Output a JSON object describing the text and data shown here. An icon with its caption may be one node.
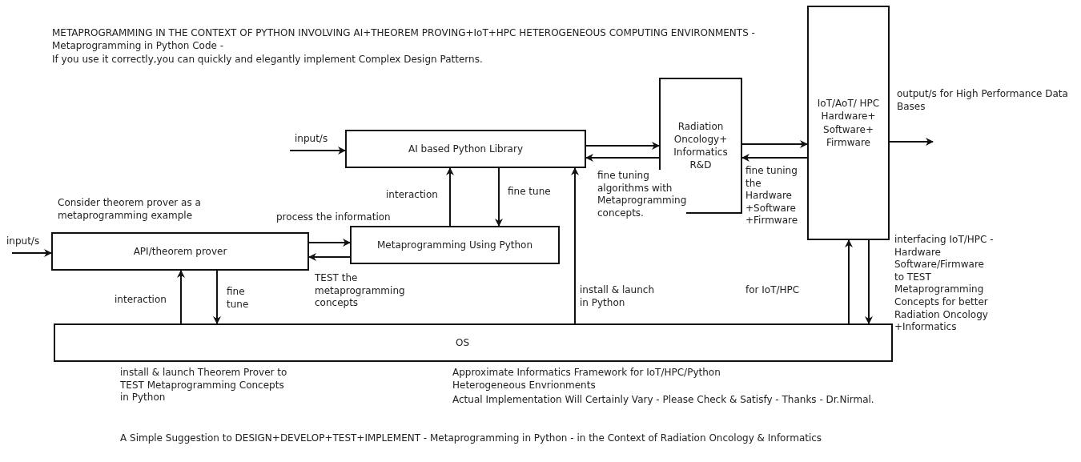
{
  "diagram": {
    "title": "METAPROGRAMMING IN THE CONTEXT OF PYTHON INVOLVING AI+THEOREM PROVING+IoT+HPC HETEROGENEOUS COMPUTING ENVIRONMENTS - Metaprogramming in Python Code -",
    "caption": "A Simple Suggestion to DESIGN+DEVELOP+TEST+IMPLEMENT - Metaprogramming in Python - in the Context of Radiation Oncology & Informatics",
    "nodes": [
      {
        "text": [
          "API/theorem prover"
        ],
        "beside": [
          "Consider theorem prover as a metaprogramming example"
        ]
      },
      {
        "text": [
          "Metaprogramming Using Python"
        ]
      },
      {
        "text": [
          "AI based Python Library"
        ]
      },
      {
        "text": [
          "Radiation Oncology+ Informatics R&D"
        ]
      },
      {
        "text": [
          "IoT/AoT/ HPC Hardware+ Software+ Firmware"
        ]
      },
      {
        "text": [
          "OS"
        ]
      }
    ],
    "edges": [
      {
        "from": null,
        "to": 0,
        "arrow": "to",
        "label": "input/s"
      },
      {
        "from": null,
        "to": 2,
        "arrow": "to",
        "label": "input/s"
      },
      {
        "from": 0,
        "to": 1,
        "arrow": "to",
        "label": "process the information"
      },
      {
        "from": 1,
        "to": 0,
        "arrow": "to",
        "label": "TEST the metaprogramming concepts"
      },
      {
        "from": 1,
        "to": 2,
        "arrow": "to",
        "label": "interaction"
      },
      {
        "from": 2,
        "to": 1,
        "arrow": "to",
        "label": "fine tune"
      },
      {
        "from": 5,
        "to": 0,
        "arrow": "to",
        "label": "interaction"
      },
      {
        "from": 0,
        "to": 5,
        "arrow": "to",
        "label": "fine tune"
      },
      {
        "from": 5,
        "to": 2,
        "arrow": "to",
        "label": "install & launch in Python"
      },
      {
        "from": 2,
        "to": 3,
        "arrow": "to"
      },
      {
        "from": 3,
        "to": 2,
        "arrow": "to",
        "label": "fine tuning algorithms with Metaprogramming concepts."
      },
      {
        "from": 3,
        "to": 4,
        "arrow": "to"
      },
      {
        "from": 4,
        "to": 3,
        "arrow": "to",
        "label": "fine tuning the Hardware +Software +Firmware"
      },
      {
        "from": 4,
        "to": null,
        "arrow": "to",
        "label": "output/s for High Performance Data Bases"
      },
      {
        "from": 5,
        "to": 4,
        "arrow": "to"
      },
      {
        "from": 4,
        "to": 5,
        "arrow": "to"
      }
    ],
    "labels": [
      "If you use it correctly,you can quickly and elegantly implement Complex Design Patterns.",
      "for IoT/HPC",
      "interfacing IoT/HPC - Hardware Software/Firmware to TEST Metaprogramming Concepts for better Radiation Oncology +Informatics",
      "install & launch Theorem Prover to TEST Metaprogramming Concepts in Python",
      "Approximate Informatics Framework for IoT/HPC/Python Heterogeneous Envrionments",
      "Actual Implementation Will Certainly Vary - Please Check & Satisfy - Thanks - Dr.Nirmal."
    ]
  }
}
